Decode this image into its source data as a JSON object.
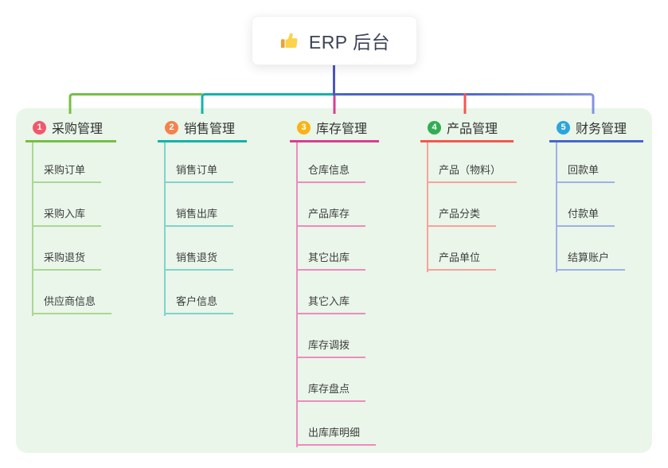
{
  "root": {
    "title": "ERP 后台",
    "icon": "thumbs-up-icon"
  },
  "colors": {
    "panel_bg": "#e9f6e9",
    "trunk": "#4b55c4",
    "bus_blue_light": "#8392e3",
    "inner_drop_pink": "#da3d92",
    "inner_drop_red": "#f5564f",
    "root_text": "#3c4356",
    "thumb_yellow": "#fbd34a",
    "thumb_cuff": "#e9a23b"
  },
  "branches": [
    {
      "number": "1",
      "label": "采购管理",
      "badge_color": "#f2586b",
      "line_color": "#74c044",
      "child_line_color": "#a9d893",
      "children": [
        "采购订单",
        "采购入库",
        "采购退货",
        "供应商信息"
      ]
    },
    {
      "number": "2",
      "label": "销售管理",
      "badge_color": "#f5824d",
      "line_color": "#14b3a9",
      "child_line_color": "#7fd3cb",
      "children": [
        "销售订单",
        "销售出库",
        "销售退货",
        "客户信息"
      ]
    },
    {
      "number": "3",
      "label": "库存管理",
      "badge_color": "#f9b316",
      "line_color": "#da3d92",
      "child_line_color": "#ef8abf",
      "children": [
        "仓库信息",
        "产品库存",
        "其它出库",
        "其它入库",
        "库存调拨",
        "库存盘点",
        "出库库明细"
      ]
    },
    {
      "number": "4",
      "label": "产品管理",
      "badge_color": "#31ae52",
      "line_color": "#f5564f",
      "child_line_color": "#f8a29c",
      "children": [
        "产品（物料）",
        "产品分类",
        "产品单位"
      ]
    },
    {
      "number": "5",
      "label": "财务管理",
      "badge_color": "#2ba5dd",
      "line_color": "#4865cd",
      "child_line_color": "#9fb1e6",
      "children": [
        "回款单",
        "付款单",
        "结算账户"
      ]
    }
  ]
}
